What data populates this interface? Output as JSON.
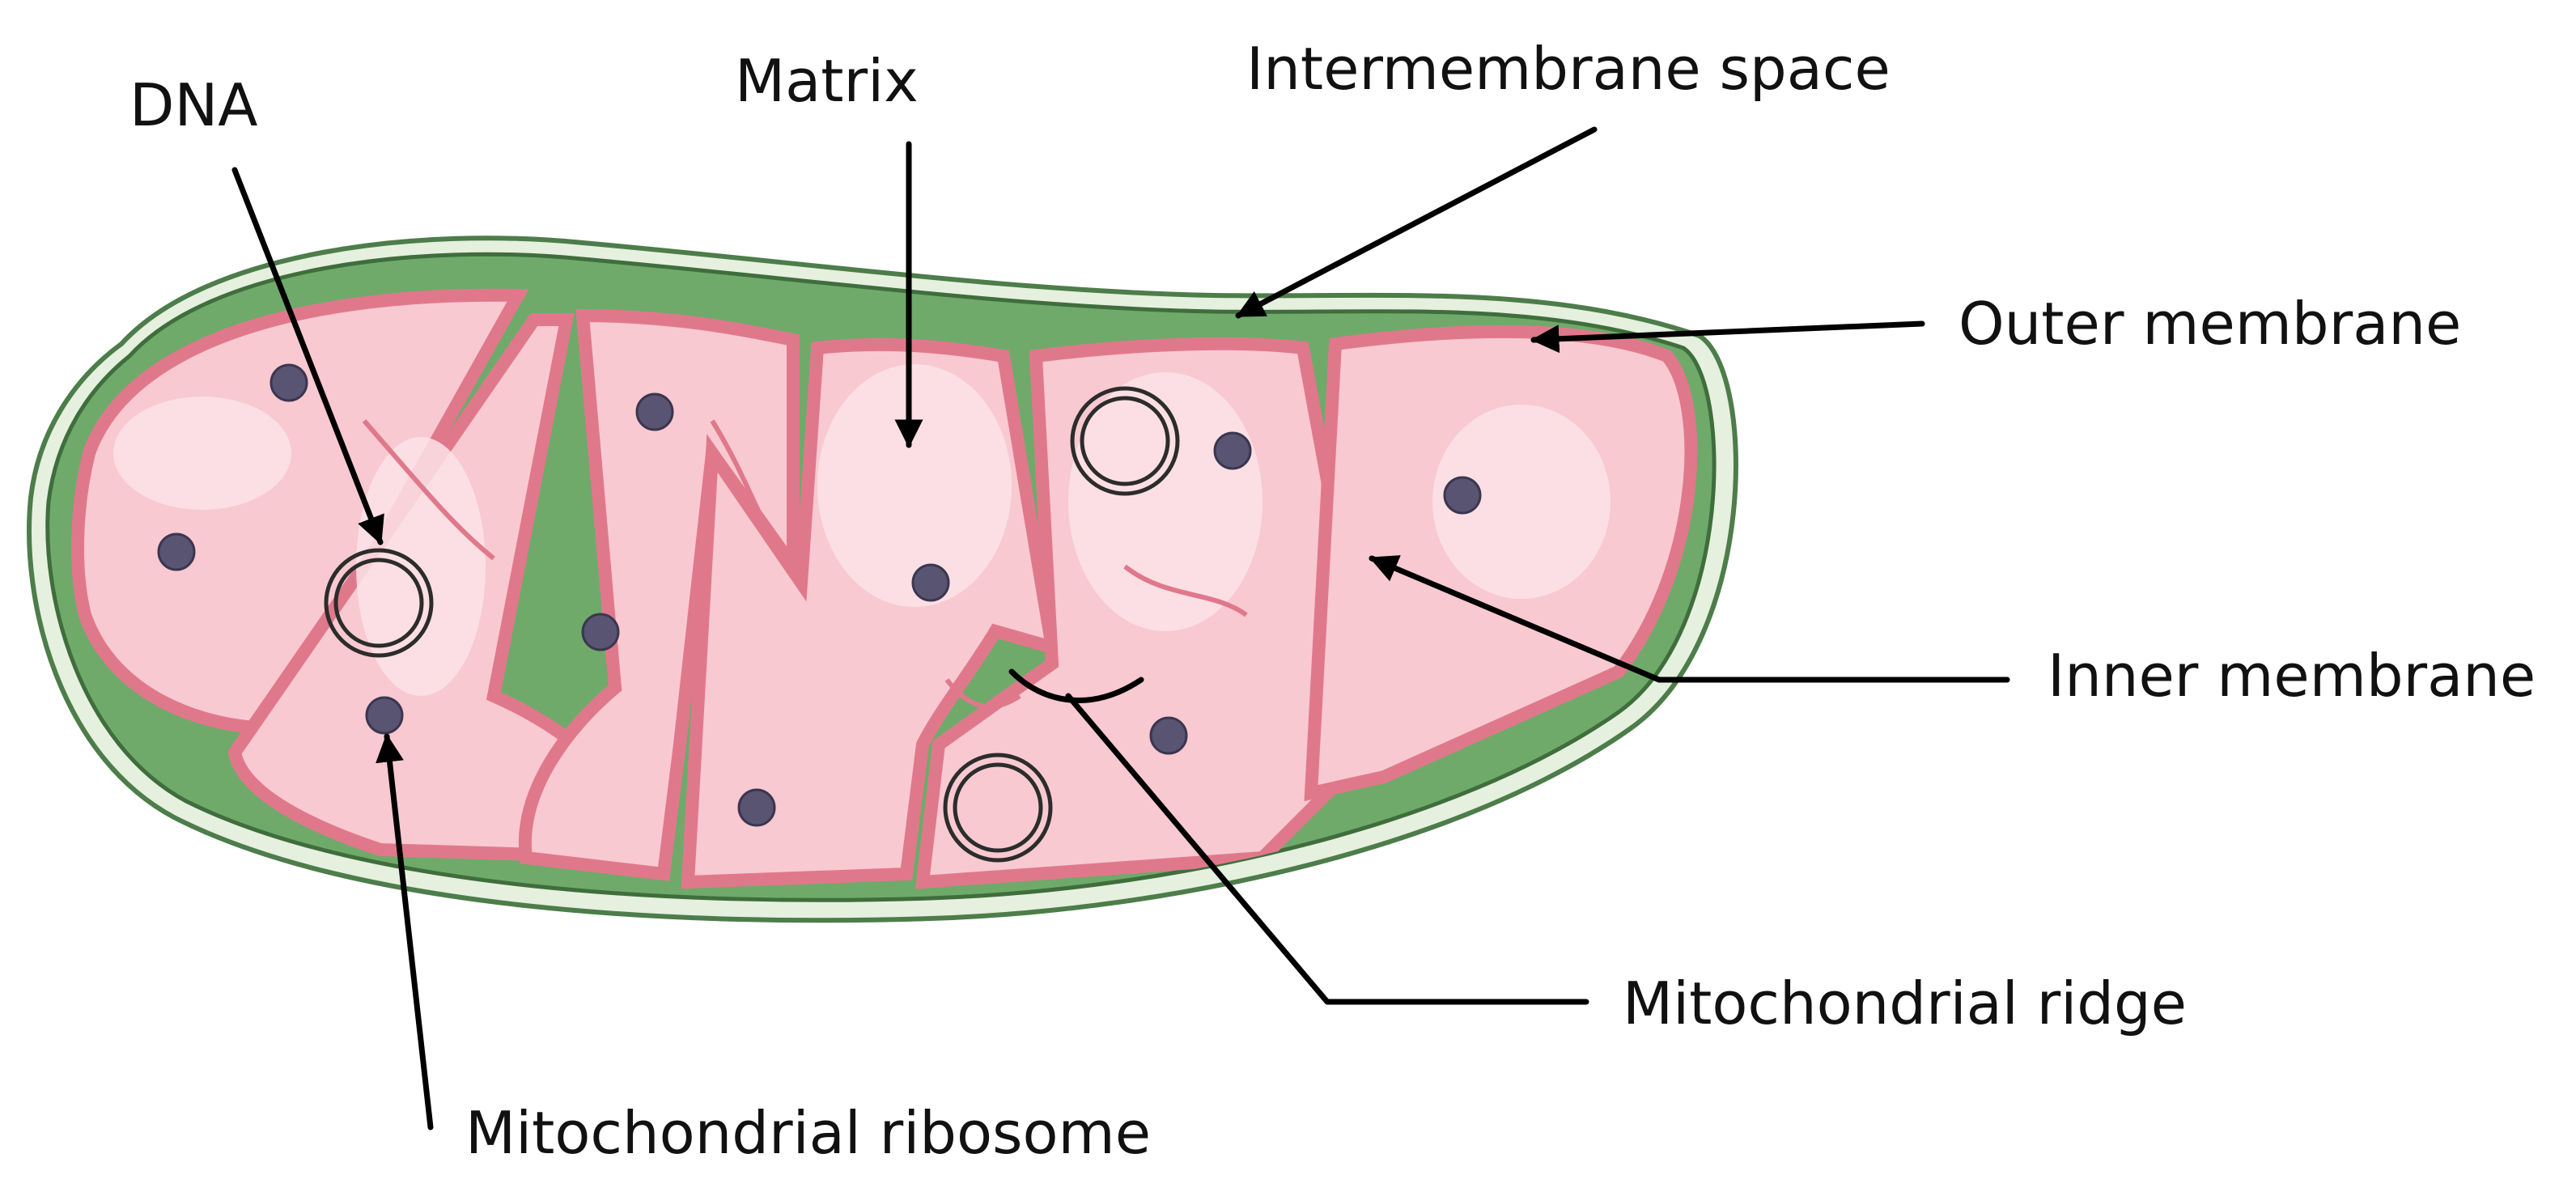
{
  "labels": {
    "dna": "DNA",
    "matrix": "Matrix",
    "intermembrane_space": "Intermembrane space",
    "outer_membrane": "Outer membrane",
    "inner_membrane": "Inner membrane",
    "mitochondrial_ridge": "Mitochondrial ridge",
    "mitochondrial_ribosome": "Mitochondrial ribosome"
  },
  "colors": {
    "outer_membrane_edge": "#e6f0df",
    "intermembrane_space": "#6faa6a",
    "inner_membrane": "#e0788c",
    "matrix": "#f8c9d0",
    "matrix_highlight": "#fde3e7",
    "ribosome": "#5a5473"
  }
}
